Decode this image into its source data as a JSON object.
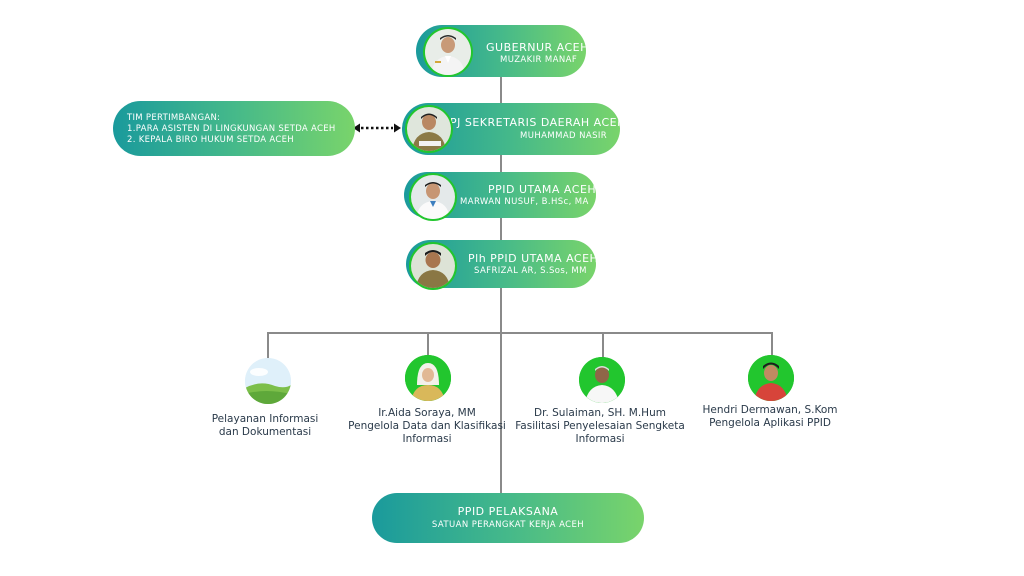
{
  "nodes": {
    "gubernur": {
      "title": "GUBERNUR ACEH",
      "name": "MUZAKIR MANAF"
    },
    "sekda": {
      "title": "PJ SEKRETARIS DAERAH ACEH",
      "name": "MUHAMMAD NASIR"
    },
    "ppid_utama": {
      "title": "PPID UTAMA ACEH",
      "name": "MARWAN NUSUF, B.HSc, MA"
    },
    "plh_ppid": {
      "title": "Plh PPID UTAMA ACEH",
      "name": "SAFRIZAL  AR, S.Sos, MM"
    },
    "pelaksana": {
      "title": "PPID PELAKSANA",
      "name": "SATUAN PERANGKAT KERJA ACEH"
    }
  },
  "tim": {
    "heading": "TIM PERTIMBANGAN:",
    "items": [
      "1.PARA ASISTEN DI LINGKUNGAN SETDA ACEH",
      "2. KEPALA BIRO HUKUM SETDA ACEH"
    ]
  },
  "staff": [
    {
      "lines": [
        "Pelayanan Informasi",
        "dan Dokumentasi"
      ]
    },
    {
      "lines": [
        "Ir.Aida Soraya, MM",
        "Pengelola Data dan Klasifikasi",
        "Informasi"
      ]
    },
    {
      "lines": [
        "Dr. Sulaiman, SH. M.Hum",
        "Fasilitasi Penyelesaian Sengketa",
        "Informasi"
      ]
    },
    {
      "lines": [
        "Hendri Dermawan, S.Kom",
        "Pengelola Aplikasi PPID"
      ]
    }
  ],
  "colors": {
    "gradient_start": "#1a9a9c",
    "gradient_end": "#79d46b",
    "photo_ring": "#22c62e",
    "connector": "#8a8a8a",
    "text_dark": "#2a3a4a"
  },
  "icons": {
    "avatar": "person-photo",
    "placeholder": "landscape-placeholder-icon",
    "connector": "dotted-double-arrow"
  }
}
